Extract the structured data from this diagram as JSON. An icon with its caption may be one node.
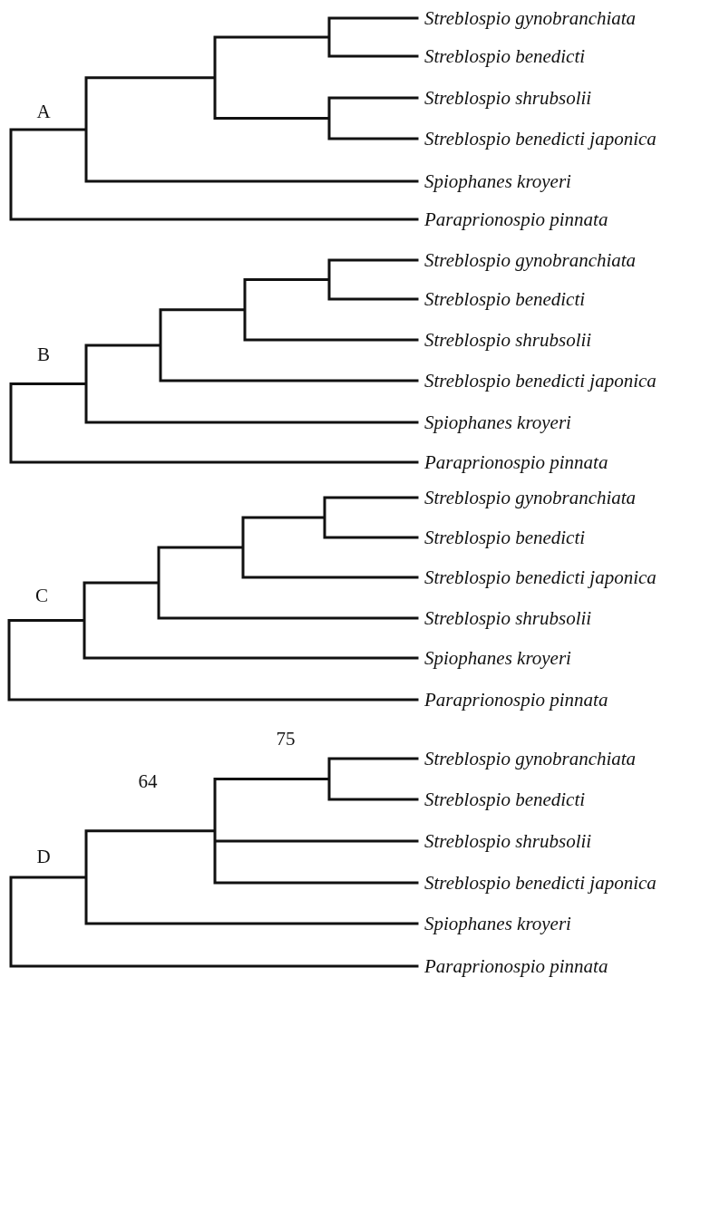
{
  "diagram": {
    "labels": [
      "Streblospio gynobranchiata",
      "Streblospio benedicti",
      "Streblospio shrubsolii",
      "A",
      "Streblospio benedicti japonica",
      "Spiophanes kroyeri",
      "Paraprionospio pinnata",
      "Streblospio gynobranchiata",
      "Streblospio benedicti",
      "Streblospio shrubsolii",
      "B",
      "Streblospio benedicti japonica",
      "Spiophanes kroyeri",
      "Paraprionospio pinnata",
      "Streblospio gynobranchiata",
      "Streblospio benedicti",
      "Streblospio benedicti japonica",
      "C",
      "Streblospio shrubsolii",
      "Spiophanes kroyeri",
      "Paraprionospio pinnata",
      "75",
      "Streblospio gynobranchiata",
      "64",
      "Streblospio benedicti",
      "Streblospio shrubsolii",
      "D",
      "Streblospio benedicti japonica",
      "Spiophanes kroyeri",
      "Paraprionospio pinnata"
    ]
  }
}
